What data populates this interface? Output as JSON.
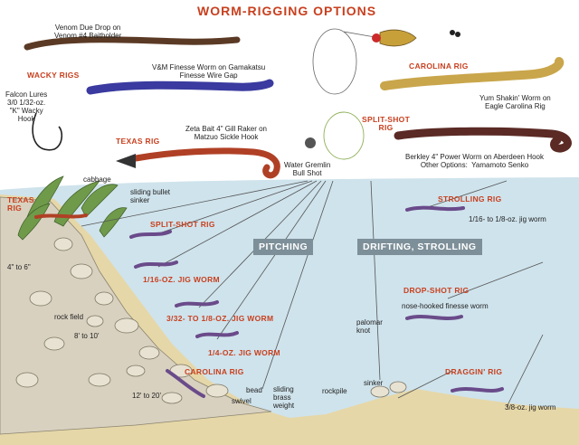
{
  "title": "WORM-RIGGING OPTIONS",
  "colors": {
    "accent": "#c8401f",
    "water": "#cfe3ec",
    "seabed": "#e6d7a8",
    "rock": "#d8d1c0",
    "band": "#7d8f99",
    "worm_brown": "#5b3a25",
    "worm_blue": "#3a3aa0",
    "worm_tan": "#c9a64b",
    "worm_purple": "#6a4b8a",
    "worm_red": "#b04025"
  },
  "top": {
    "venom": "Venom Due Drop on\nVenom #4 Baitholder",
    "wacky_rigs": "WACKY RIGS",
    "vm": "V&M Finesse Worm on Gamakatsu\nFinesse Wire Gap",
    "falcon": "Falcon Lures\n3/0 1/32-oz.\n\"K\" Wacky\nHook",
    "texas_rig": "TEXAS RIG",
    "zeta": "Zeta Bait 4\" Gill Raker on\nMatzuo Sickle Hook",
    "carolina_rig": "CAROLINA RIG",
    "yum": "Yum Shakin' Worm on\nEagle Carolina Rig",
    "split_shot_rig": "SPLIT-SHOT\nRIG",
    "berkley": "Berkley 4\" Power Worm on Aberdeen Hook\nOther Options:  Yamamoto Senko",
    "water_gremlin": "Water Gremlin\nBull Shot"
  },
  "scene": {
    "pitching": "PITCHING",
    "drifting": "DRIFTING, STROLLING",
    "cabbage": "cabbage",
    "sliding_bullet": "sliding bullet\nsinker",
    "texas_side": "TEXAS\nRIG",
    "split_shot": "SPLIT-SHOT RIG",
    "depth_1": "4\" to 6\"",
    "jig_116": "1/16-OZ. JIG WORM",
    "rock_field": "rock field",
    "jig_332": "3/32- TO 1/8-OZ. JIG WORM",
    "depth_2": "8' to 10'",
    "jig_14": "1/4-OZ. JIG WORM",
    "carolina": "CAROLINA RIG",
    "depth_3": "12' to 20'",
    "bead": "bead",
    "swivel": "swivel",
    "sliding_brass": "sliding\nbrass\nweight",
    "rockpile": "rockpile",
    "strolling_rig": "STROLLING RIG",
    "strolling_jig": "1/16- to 1/8-oz. jig worm",
    "dropshot_rig": "DROP-SHOT RIG",
    "nose_hooked": "nose-hooked finesse worm",
    "palomar": "palomar\nknot",
    "sinker": "sinker",
    "draggin": "DRAGGIN' RIG",
    "draggin_jig": "3/8-oz. jig worm"
  }
}
